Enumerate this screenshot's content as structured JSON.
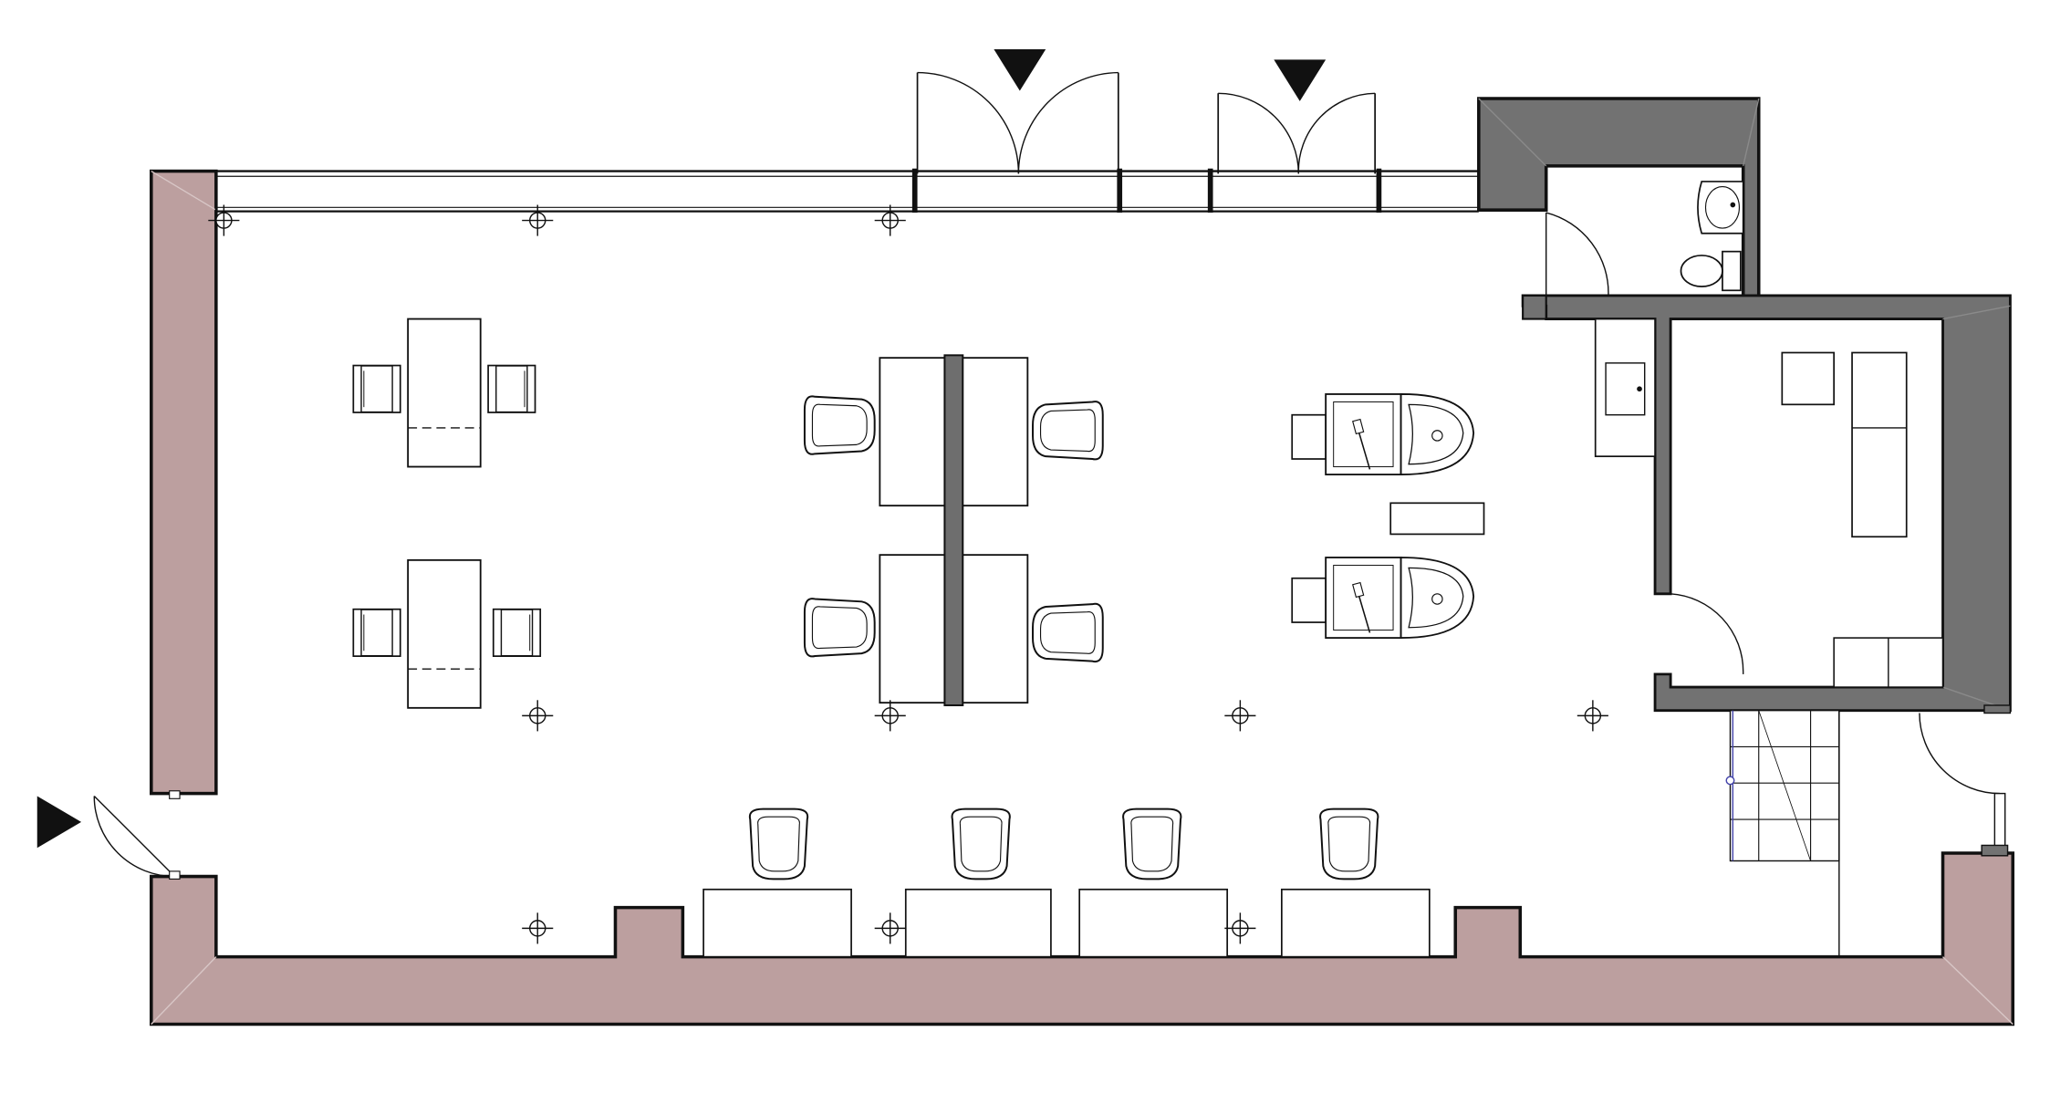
{
  "plan": {
    "colors": {
      "background": "#ffffff",
      "outer_wall": "#bc9f9f",
      "core_wall": "#727272",
      "partition": "#6e6e6e",
      "line": "#111111"
    },
    "entrance_markers": [
      "top-left-door",
      "top-right-door",
      "left-side-door"
    ],
    "zones": [
      "desk-area",
      "workstation-cluster",
      "wash-station-area",
      "styling-counter-row",
      "washroom",
      "back-room",
      "stair"
    ]
  }
}
